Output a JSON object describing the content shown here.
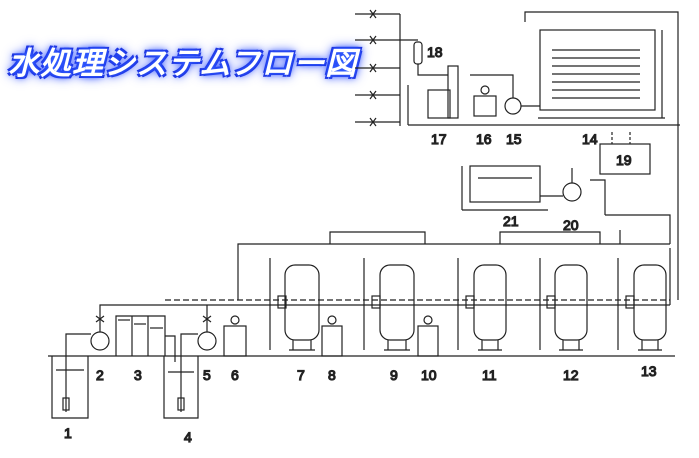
{
  "title": "水処理システムフロー図",
  "labels": {
    "n1": "1",
    "n2": "2",
    "n3": "3",
    "n4": "4",
    "n5": "5",
    "n6": "6",
    "n7": "7",
    "n8": "8",
    "n9": "9",
    "n10": "10",
    "n11": "11",
    "n12": "12",
    "n13": "13",
    "n14": "14",
    "n15": "15",
    "n16": "16",
    "n17": "17",
    "n18": "18",
    "n19": "19",
    "n20": "20",
    "n21": "21"
  },
  "colors": {
    "line": "#222222",
    "title_glow": "#2a4dff"
  }
}
